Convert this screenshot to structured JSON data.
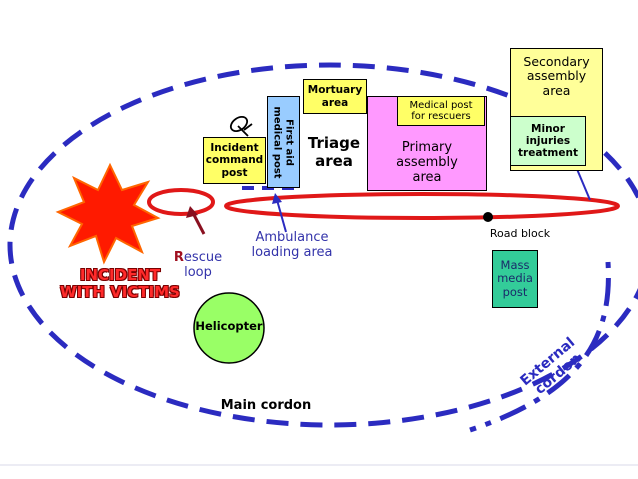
{
  "labels": {
    "incident": "INCIDENT\nWITH VICTIMS",
    "rescue_loop_r": "R",
    "rescue_loop_rest": "escue\nloop",
    "ambulance_loading": "Ambulance\nloading area",
    "road_block": "Road block",
    "helicopter": "Helicopter",
    "main_cordon": "Main cordon",
    "external_cordon": "External\ncordon"
  },
  "boxes": {
    "incident_command_post": "Incident\ncommand\npost",
    "first_aid_medical_post": "First aid\nmedical post",
    "mortuary_area": "Mortuary\narea",
    "triage_area": "Triage\narea",
    "medical_post_rescuers": "Medical post\nfor rescuers",
    "primary_assembly_area": "Primary\nassembly\narea",
    "secondary_assembly_area": "Secondary\nassembly\narea",
    "minor_injuries_treatment": "Minor\ninjuries\ntreatment",
    "mass_media_post": "Mass\nmedia\npost"
  },
  "colors": {
    "cordon": "#2b2bc0",
    "road_loop": "#e01818",
    "incident_star": "#ff1a00",
    "incident_text": "#ff2a2a",
    "command_post": "#ffff66",
    "first_aid": "#99ccff",
    "mortuary": "#ffff66",
    "medical_rescuers": "#ffff66",
    "primary_assembly": "#ff99ff",
    "secondary_assembly": "#ffff99",
    "minor_injuries": "#ccffcc",
    "mass_media": "#33cc99",
    "helicopter": "#99ff66",
    "blue_text": "#3333aa"
  }
}
